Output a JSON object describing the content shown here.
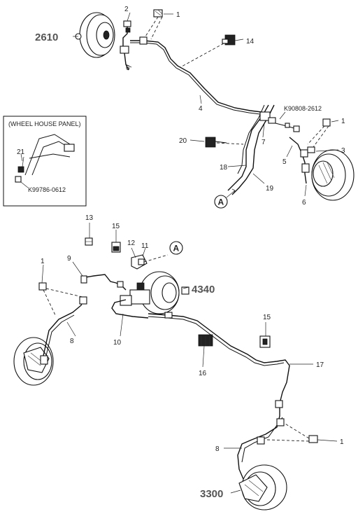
{
  "inset_title": "(WHEEL HOUSE PANEL)",
  "circle_ref": "A",
  "assemblies": {
    "booster_top": "2610",
    "booster_main": "4340",
    "caliper_bottom": "3300"
  },
  "reference_numbers": {
    "top_bracket": "K90808-2612",
    "inset_bolt": "K99786-0612"
  },
  "callouts": {
    "c1a": "1",
    "c1b": "1",
    "c1c": "1",
    "c1d": "1",
    "c2": "2",
    "c3": "3",
    "c4": "4",
    "c5": "5",
    "c6a": "6",
    "c6b": "6",
    "c7": "7",
    "c8a": "8",
    "c8b": "8",
    "c9": "9",
    "c10": "10",
    "c11": "11",
    "c12": "12",
    "c13": "13",
    "c14": "14",
    "c15a": "15",
    "c15b": "15",
    "c16": "16",
    "c17": "17",
    "c18": "18",
    "c19": "19",
    "c20": "20",
    "c21": "21"
  }
}
